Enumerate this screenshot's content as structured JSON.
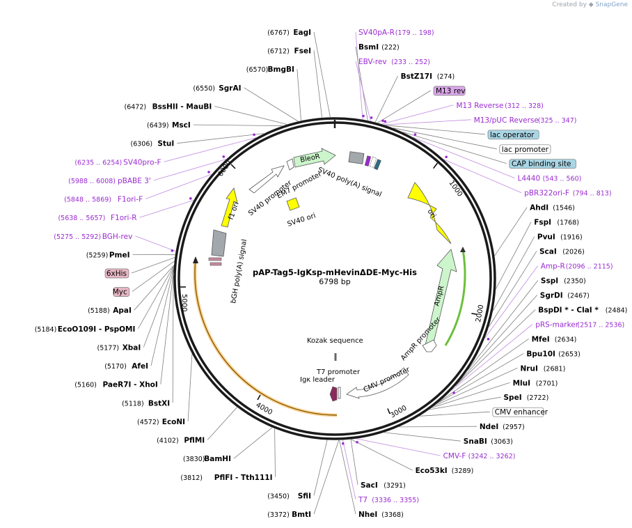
{
  "credit": {
    "prefix": "Created by",
    "brand": "SnapGene"
  },
  "plasmid": {
    "name": "pAP-Tag5-IgKsp-mHevinΔDE-Myc-His",
    "size_label": "6798 bp",
    "length": 6798
  },
  "ruler_ticks": [
    "1000",
    "2000",
    "3000",
    "4000",
    "5000",
    "6000"
  ],
  "features": {
    "ori": "ori",
    "ampr": "AmpR",
    "ampr_promoter": "AmpR promoter",
    "cmv_promoter": "CMV promoter",
    "t7_promoter": "T7 promoter",
    "igk_leader": "Igκ leader",
    "kozak": "Kozak sequence",
    "bgh": "bGH poly(A) signal",
    "f1ori": "f1 ori",
    "sv40_promoter": "SV40 promoter",
    "em7": "EM7 promoter",
    "bleor": "BleoR",
    "sv40_polya": "SV40 poly(A) signal",
    "sv40_ori": "SV40 ori"
  },
  "labels": [
    {
      "name": "EagI",
      "pos": "(6767)",
      "kind": "enzyme",
      "side": "L",
      "bp": 6767
    },
    {
      "name": "FseI",
      "pos": "(6712)",
      "kind": "enzyme",
      "side": "L",
      "bp": 6712
    },
    {
      "name": "BmgBI",
      "pos": "(6570)",
      "kind": "enzyme",
      "side": "L",
      "bp": 6570
    },
    {
      "name": "SgrAI",
      "pos": "(6550)",
      "kind": "enzyme",
      "side": "L",
      "bp": 6550
    },
    {
      "name": "BssHII - MauBI",
      "pos": "(6472)",
      "kind": "enzyme",
      "side": "L",
      "bp": 6472
    },
    {
      "name": "MscI",
      "pos": "(6439)",
      "kind": "enzyme",
      "side": "L",
      "bp": 6439
    },
    {
      "name": "StuI",
      "pos": "(6306)",
      "kind": "enzyme",
      "side": "L",
      "bp": 6306
    },
    {
      "name": "SV40pro-F",
      "pos": "(6235 .. 6254)",
      "kind": "primer",
      "side": "L",
      "bp": 6245
    },
    {
      "name": "pBABE 3'",
      "pos": "(5988 .. 6008)",
      "kind": "primer",
      "side": "L",
      "bp": 5998
    },
    {
      "name": "F1ori-F",
      "pos": "(5848 .. 5869)",
      "kind": "primer",
      "side": "L",
      "bp": 5858
    },
    {
      "name": "F1ori-R",
      "pos": "(5638 .. 5657)",
      "kind": "primer",
      "side": "L",
      "bp": 5647
    },
    {
      "name": "BGH-rev",
      "pos": "(5275 .. 5292)",
      "kind": "primer",
      "side": "L",
      "bp": 5283
    },
    {
      "name": "PmeI",
      "pos": "(5259)",
      "kind": "enzyme",
      "side": "L",
      "bp": 5259
    },
    {
      "name": "6xHis",
      "pos": "",
      "kind": "featbox",
      "fill": "#e8b7c5",
      "side": "L",
      "bp": 5240
    },
    {
      "name": "Myc",
      "pos": "",
      "kind": "featbox",
      "fill": "#e8b7c5",
      "side": "L",
      "bp": 5215
    },
    {
      "name": "ApaI",
      "pos": "(5188)",
      "kind": "enzyme",
      "side": "L",
      "bp": 5188
    },
    {
      "name": "EcoO109I - PspOMI",
      "pos": "(5184)",
      "kind": "enzyme",
      "side": "L",
      "bp": 5184
    },
    {
      "name": "XbaI",
      "pos": "(5177)",
      "kind": "enzyme",
      "side": "L",
      "bp": 5177
    },
    {
      "name": "AfeI",
      "pos": "(5170)",
      "kind": "enzyme",
      "side": "L",
      "bp": 5170
    },
    {
      "name": "PaeR7I - XhoI",
      "pos": "(5160)",
      "kind": "enzyme",
      "side": "L",
      "bp": 5160
    },
    {
      "name": "BstXI",
      "pos": "(5118)",
      "kind": "enzyme",
      "side": "L",
      "bp": 5118
    },
    {
      "name": "EcoNI",
      "pos": "(4572)",
      "kind": "enzyme",
      "side": "L",
      "bp": 4572
    },
    {
      "name": "PflMI",
      "pos": "(4102)",
      "kind": "enzyme",
      "side": "L",
      "bp": 4102
    },
    {
      "name": "BamHI",
      "pos": "(3830)",
      "kind": "enzyme",
      "side": "L",
      "bp": 3830
    },
    {
      "name": "PflFI - Tth111I",
      "pos": "(3812)",
      "kind": "enzyme",
      "side": "L",
      "bp": 3812
    },
    {
      "name": "SfiI",
      "pos": "(3450)",
      "kind": "enzyme",
      "side": "L",
      "bp": 3450
    },
    {
      "name": "BmtI",
      "pos": "(3372)",
      "kind": "enzyme",
      "side": "L",
      "bp": 3372
    },
    {
      "name": "NheI",
      "pos": "(3368)",
      "kind": "enzyme",
      "side": "R",
      "bp": 3368
    },
    {
      "name": "SV40pA-R",
      "pos": "(179 .. 198)",
      "kind": "primer",
      "side": "R",
      "bp": 188
    },
    {
      "name": "BsmI",
      "pos": "(222)",
      "kind": "enzyme",
      "side": "R",
      "bp": 222
    },
    {
      "name": "EBV-rev",
      "pos": "(233 .. 252)",
      "kind": "primer",
      "side": "R",
      "bp": 242
    },
    {
      "name": "BstZ17I",
      "pos": "(274)",
      "kind": "enzyme",
      "side": "R",
      "bp": 274
    },
    {
      "name": "M13 rev",
      "pos": "",
      "kind": "featbox",
      "fill": "#dca7ea",
      "side": "R",
      "bp": 290
    },
    {
      "name": "M13 Reverse",
      "pos": "(312 .. 328)",
      "kind": "primer",
      "side": "R",
      "bp": 320
    },
    {
      "name": "lac operator",
      "pos": "",
      "kind": "featbox",
      "fill": "#a9d6e5",
      "side": "R",
      "bp": 345
    },
    {
      "name": "M13/pUC Reverse",
      "pos": "(325 .. 347)",
      "kind": "primer",
      "side": "R",
      "bp": 336
    },
    {
      "name": "lac promoter",
      "pos": "",
      "kind": "featbox",
      "fill": "#ffffff",
      "side": "R",
      "bp": 400
    },
    {
      "name": "CAP binding site",
      "pos": "",
      "kind": "featbox",
      "fill": "#a9d6e5",
      "side": "R",
      "bp": 470
    },
    {
      "name": "L4440",
      "pos": "(543 .. 560)",
      "kind": "primer",
      "side": "R",
      "bp": 551
    },
    {
      "name": "pBR322ori-F",
      "pos": "(794 .. 813)",
      "kind": "primer",
      "side": "R",
      "bp": 803
    },
    {
      "name": "AhdI",
      "pos": "(1546)",
      "kind": "enzyme",
      "side": "R",
      "bp": 1546
    },
    {
      "name": "FspI",
      "pos": "(1768)",
      "kind": "enzyme",
      "side": "R",
      "bp": 1768
    },
    {
      "name": "PvuI",
      "pos": "(1916)",
      "kind": "enzyme",
      "side": "R",
      "bp": 1916
    },
    {
      "name": "ScaI",
      "pos": "(2026)",
      "kind": "enzyme",
      "side": "R",
      "bp": 2026
    },
    {
      "name": "Amp-R",
      "pos": "(2096 .. 2115)",
      "kind": "primer",
      "side": "R",
      "bp": 2105
    },
    {
      "name": "SspI",
      "pos": "(2350)",
      "kind": "enzyme",
      "side": "R",
      "bp": 2350
    },
    {
      "name": "SgrDI",
      "pos": "(2467)",
      "kind": "enzyme",
      "side": "R",
      "bp": 2467
    },
    {
      "name": "BspDI * - ClaI *",
      "pos": "(2484)",
      "kind": "enzyme",
      "side": "R",
      "bp": 2484
    },
    {
      "name": "pRS-marker",
      "pos": "(2517 .. 2536)",
      "kind": "primer",
      "side": "R",
      "bp": 2526
    },
    {
      "name": "MfeI",
      "pos": "(2634)",
      "kind": "enzyme",
      "side": "R",
      "bp": 2634
    },
    {
      "name": "Bpu10I",
      "pos": "(2653)",
      "kind": "enzyme",
      "side": "R",
      "bp": 2653
    },
    {
      "name": "NruI",
      "pos": "(2681)",
      "kind": "enzyme",
      "side": "R",
      "bp": 2681
    },
    {
      "name": "MluI",
      "pos": "(2701)",
      "kind": "enzyme",
      "side": "R",
      "bp": 2701
    },
    {
      "name": "SpeI",
      "pos": "(2722)",
      "kind": "enzyme",
      "side": "R",
      "bp": 2722
    },
    {
      "name": "CMV enhancer",
      "pos": "",
      "kind": "featbox",
      "fill": "#ffffff",
      "side": "R",
      "bp": 2800
    },
    {
      "name": "NdeI",
      "pos": "(2957)",
      "kind": "enzyme",
      "side": "R",
      "bp": 2957
    },
    {
      "name": "SnaBI",
      "pos": "(3063)",
      "kind": "enzyme",
      "side": "R",
      "bp": 3063
    },
    {
      "name": "CMV-F",
      "pos": "(3242 .. 3262)",
      "kind": "primer",
      "side": "R",
      "bp": 3252
    },
    {
      "name": "Eco53kI",
      "pos": "(3289)",
      "kind": "enzyme",
      "side": "R",
      "bp": 3289
    },
    {
      "name": "SacI",
      "pos": "(3291)",
      "kind": "enzyme",
      "side": "R",
      "bp": 3291
    },
    {
      "name": "T7",
      "pos": "(3336 .. 3355)",
      "kind": "primer",
      "side": "R",
      "bp": 3345
    }
  ],
  "colors": {
    "primer": "#9a2bd1",
    "enzyme": "#000000",
    "pos": "#000000",
    "leader": "#7f7f7f",
    "backbone": "#1a1a1a"
  }
}
